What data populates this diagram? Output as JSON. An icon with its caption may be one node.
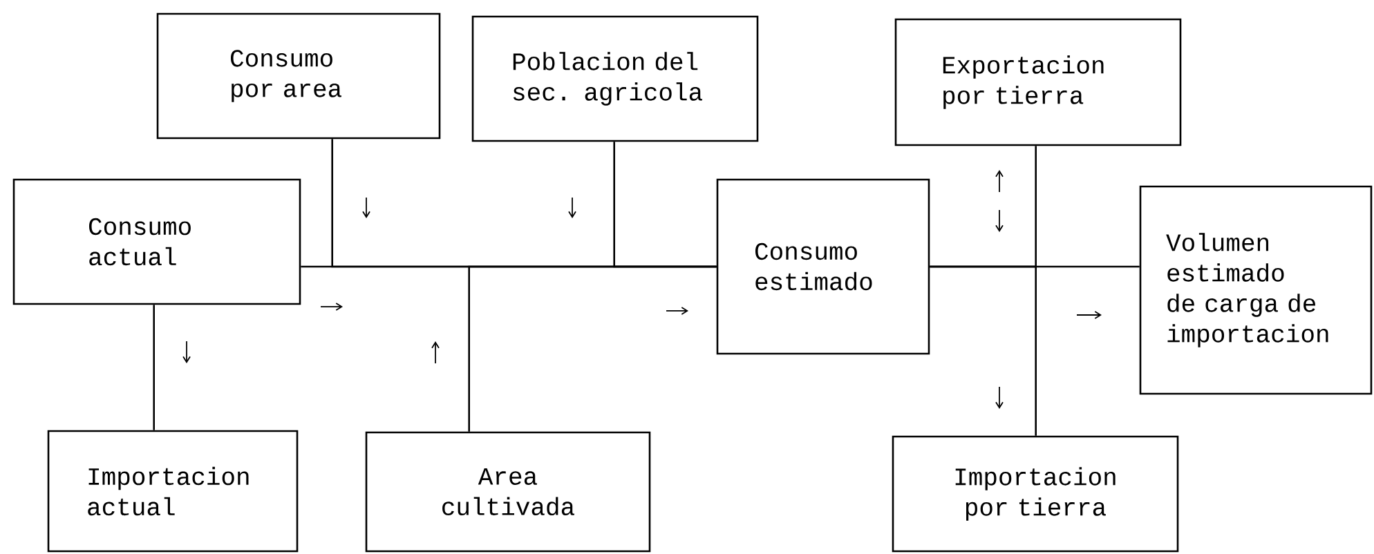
{
  "diagram": {
    "nodes": [
      {
        "text": [
          "Consumo por area"
        ]
      },
      {
        "text": [
          "Poblacion del sec. agricola"
        ]
      },
      {
        "text": [
          "Exportacion por tierra"
        ]
      },
      {
        "text": [
          "Consumo actual"
        ]
      },
      {
        "text": [
          "Consumo estimado"
        ]
      },
      {
        "text": [
          "Volumen estimado de carga de importacion"
        ]
      },
      {
        "text": [
          "Importacion actual"
        ]
      },
      {
        "text": [
          "Area cultivada"
        ]
      },
      {
        "text": [
          "Importacion por tierra"
        ]
      }
    ],
    "edges": [
      {
        "from": 0,
        "to": 4,
        "arrow": "none"
      },
      {
        "from": 1,
        "to": 4,
        "arrow": "none"
      },
      {
        "from": 3,
        "to": 4,
        "arrow": "none"
      },
      {
        "from": 7,
        "to": 4,
        "arrow": "none"
      },
      {
        "from": 3,
        "to": 6,
        "arrow": "none"
      },
      {
        "from": 4,
        "to": 5,
        "arrow": "none"
      },
      {
        "from": 4,
        "to": 2,
        "arrow": "none"
      },
      {
        "from": 4,
        "to": 8,
        "arrow": "none"
      }
    ]
  }
}
